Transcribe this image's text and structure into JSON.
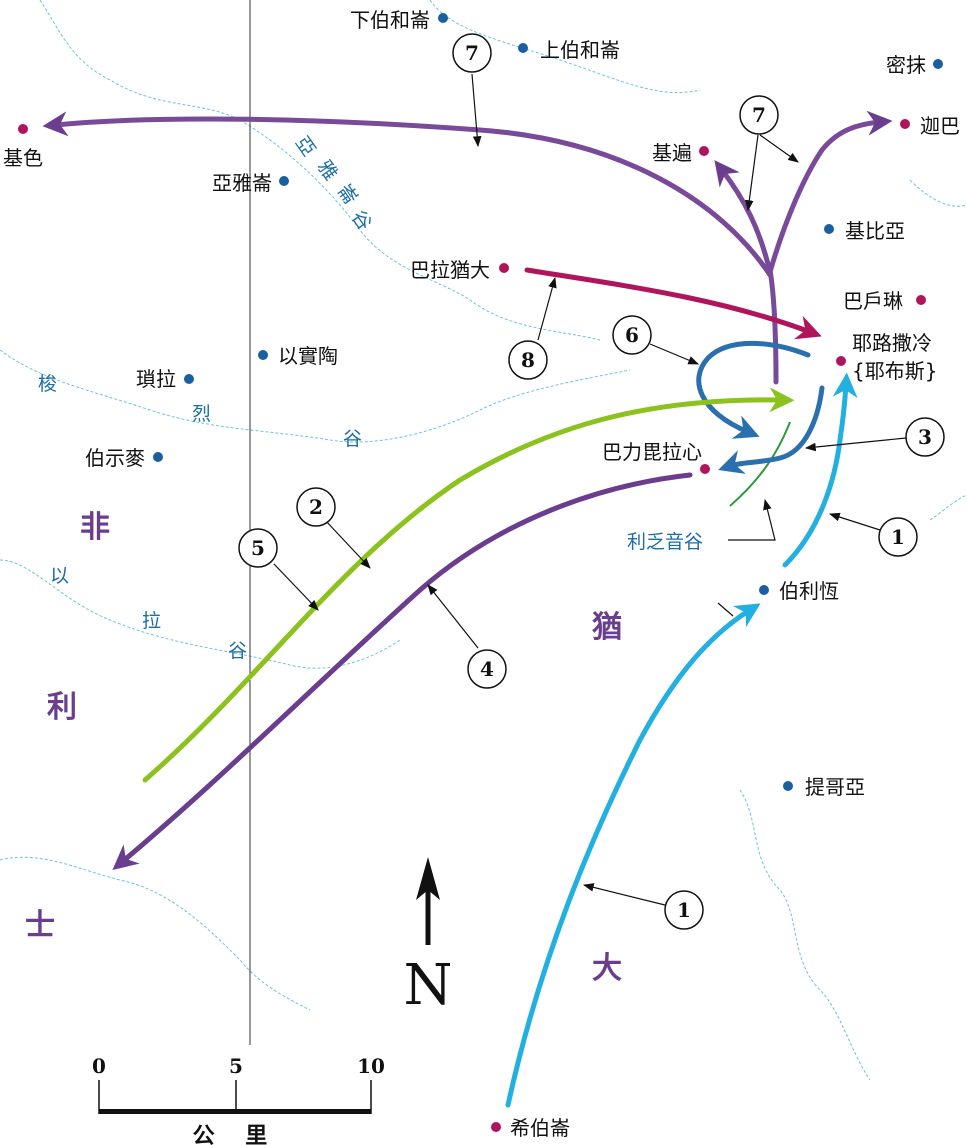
{
  "colors": {
    "red_dot": "#b0145a",
    "blue_dot": "#1a5fa0",
    "route_1": "#22b0e0",
    "route_2": "#8cc21e",
    "route_4_5": "#6a3d8f",
    "route_6_3": "#2a6fae",
    "route_7": "#7a4a9a",
    "route_8": "#b0145a",
    "valley_line": "#2e9a3a",
    "region_label": "#6a3d8f",
    "valley_label": "#1c6ea4",
    "river": "#6cc3e0"
  },
  "places": {
    "lower_beth_horon": "下伯和崙",
    "upper_beth_horon": "上伯和崙",
    "mizpah": "密抹",
    "gezer": "基色",
    "aijalon": "亞雅崙",
    "gibeon": "基遍",
    "geba": "迦巴",
    "kiriath": "基比亞",
    "baalah": "巴拉猶大",
    "bahurim": "巴戶琳",
    "jerusalem": "耶路撒冷",
    "jebus": "{耶布斯}",
    "ekron": "以實陶",
    "zorah": "瑣拉",
    "beth_shemesh": "伯示麥",
    "baal_perazim": "巴力毘拉心",
    "bethlehem": "伯利恆",
    "tekoa": "提哥亞",
    "hebron": "希伯崙"
  },
  "valleys": {
    "aijalon_valley": [
      "亞",
      "雅",
      "崙",
      "谷"
    ],
    "sorek_valley": [
      "梭",
      "烈",
      "谷"
    ],
    "elah_valley": [
      "以",
      "拉",
      "谷"
    ],
    "rephaim_valley": "利乏音谷"
  },
  "regions": {
    "philistia": [
      "非",
      "利",
      "士"
    ],
    "judah": [
      "猶",
      "大"
    ]
  },
  "route_labels": {
    "r1a": "1",
    "r1b": "1",
    "r2": "2",
    "r3": "3",
    "r4": "4",
    "r5": "5",
    "r6": "6",
    "r7a": "7",
    "r7b": "7",
    "r8": "8"
  },
  "compass": "N",
  "scale_bar": {
    "ticks": [
      "0",
      "5",
      "10"
    ],
    "unit": "公    里"
  }
}
